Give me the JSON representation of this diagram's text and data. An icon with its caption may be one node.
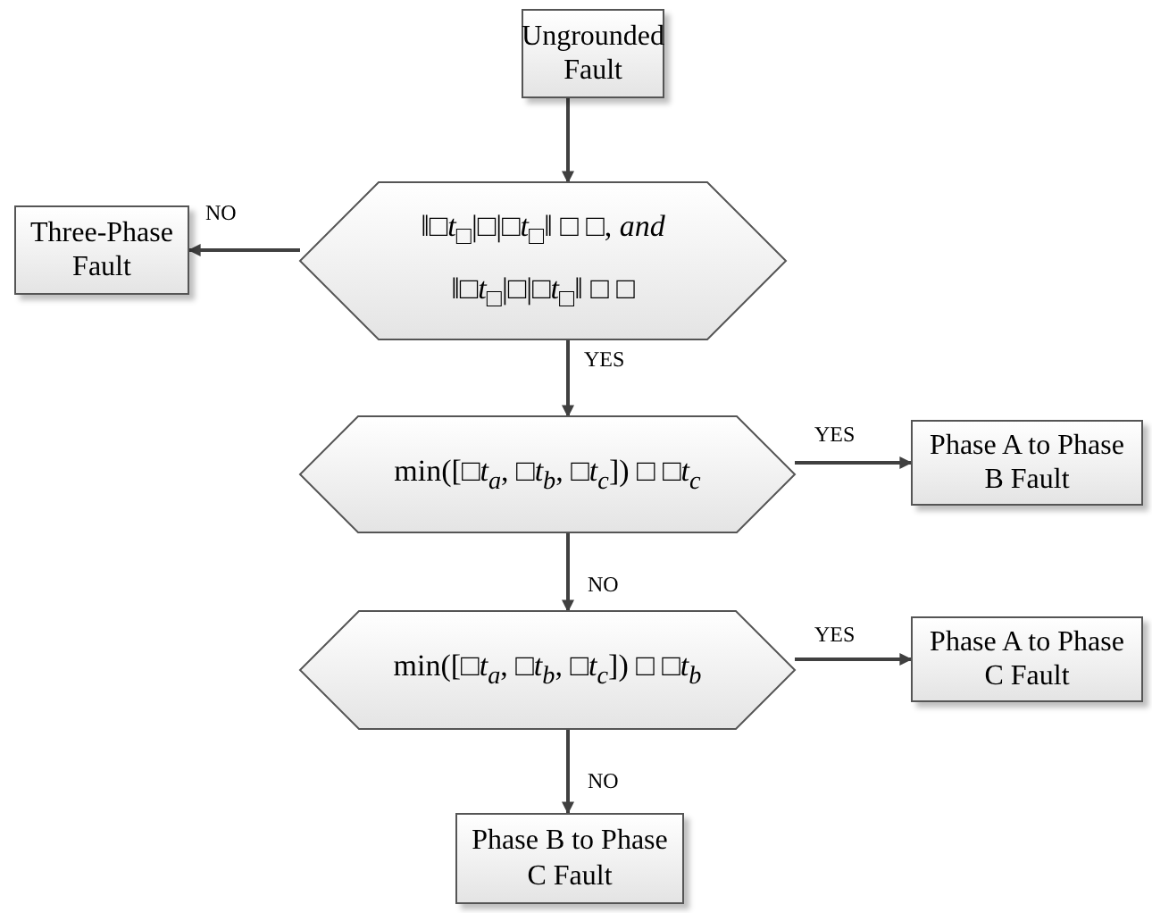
{
  "diagram": {
    "nodes": [
      {
        "text": [
          "Ungrounded Fault"
        ]
      },
      {
        "text": [
          "‖□*t*$_{□}$|□|□*t*$_{□}$‖ □ □, *and*",
          "‖□*t*$_{□}$|□|□*t*$_{□}$‖ □ □"
        ]
      },
      {
        "text": [
          "Three-Phase Fault"
        ]
      },
      {
        "text": [
          "min([□*t*$_{a}$, □*t*$_{b}$, □*t*$_{c}$]) □ □*t*$_{c}$"
        ]
      },
      {
        "text": [
          "Phase A to Phase B Fault"
        ]
      },
      {
        "text": [
          "min([□*t*$_{a}$, □*t*$_{b}$, □*t*$_{c}$]) □ □*t*$_{b}$"
        ]
      },
      {
        "text": [
          "Phase A to Phase C Fault"
        ]
      },
      {
        "text": [
          "Phase B to Phase C Fault"
        ]
      }
    ],
    "edges": [
      {
        "from": 0,
        "to": 1,
        "arrow": "to"
      },
      {
        "from": 1,
        "to": 2,
        "arrow": "to",
        "label": "NO"
      },
      {
        "from": 1,
        "to": 3,
        "arrow": "to",
        "label": "YES"
      },
      {
        "from": 3,
        "to": 4,
        "arrow": "to",
        "label": "YES"
      },
      {
        "from": 3,
        "to": 5,
        "arrow": "to",
        "label": "NO"
      },
      {
        "from": 5,
        "to": 6,
        "arrow": "to",
        "label": "YES"
      },
      {
        "from": 5,
        "to": 7,
        "arrow": "to",
        "label": "NO"
      }
    ]
  }
}
